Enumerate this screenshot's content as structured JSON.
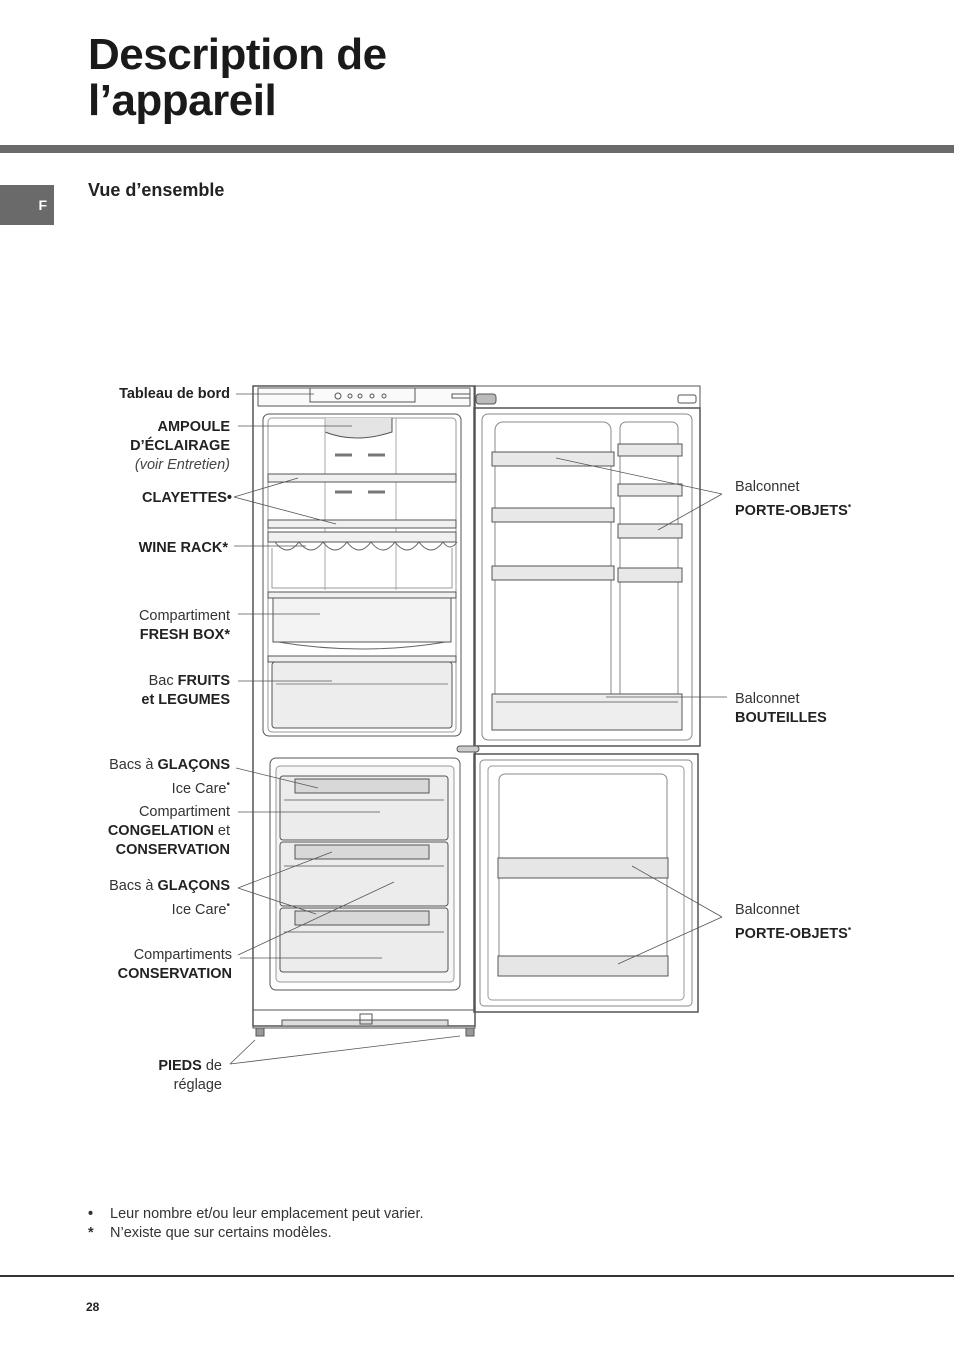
{
  "header": {
    "title_line1": "Description de",
    "title_line2": "l’appareil",
    "language_tab": "F"
  },
  "section": {
    "title": "Vue d’ensemble"
  },
  "labels": {
    "tableau": {
      "bold": "Tableau de bord"
    },
    "ampoule": {
      "line1": "AMPOULE",
      "line2": "D’ÉCLAIRAGE",
      "line3": "(voir Entretien)"
    },
    "clayettes": {
      "bold": "CLAYETTES",
      "mark": "•"
    },
    "wine_rack": {
      "bold": "WINE RACK",
      "mark": "*"
    },
    "fresh_box": {
      "line1": "Compartiment",
      "line2_bold": "FRESH BOX",
      "mark": "*"
    },
    "bac_fruits": {
      "line1_plain": "Bac ",
      "line1_bold": "FRUITS",
      "line2_bold": "et LEGUMES"
    },
    "glacons1": {
      "line1_plain": "Bacs à ",
      "line1_bold": "GLAÇONS",
      "line2": "Ice Care",
      "mark": "•"
    },
    "congelation": {
      "line1": "Compartiment",
      "line2_bold": "CONGELATION",
      "line2_plain": " et",
      "line3_bold": "CONSERVATION"
    },
    "glacons2": {
      "line1_plain": "Bacs à ",
      "line1_bold": "GLAÇONS",
      "line2": "Ice Care",
      "mark": "•"
    },
    "compartiments": {
      "line1": "Compartiments",
      "line2_bold": "CONSERVATION"
    },
    "pieds": {
      "line1_bold": "PIEDS",
      "line1_plain": " de",
      "line2": "réglage"
    },
    "balconnet_top": {
      "line1": "Balconnet",
      "line2_bold": "PORTE-OBJETS",
      "mark": "•"
    },
    "balconnet_bouteilles": {
      "line1": "Balconnet",
      "line2_bold": "BOUTEILLES"
    },
    "balconnet_bottom": {
      "line1": "Balconnet",
      "line2_bold": "PORTE-OBJETS",
      "mark": "•"
    }
  },
  "footnotes": [
    {
      "marker": "•",
      "text": "Leur nombre et/ou leur emplacement peut varier."
    },
    {
      "marker": "*",
      "text": "N’existe que sur certains modèles."
    }
  ],
  "page_number": "28",
  "colors": {
    "rule": "#6a6a6a",
    "line": "#555555"
  }
}
